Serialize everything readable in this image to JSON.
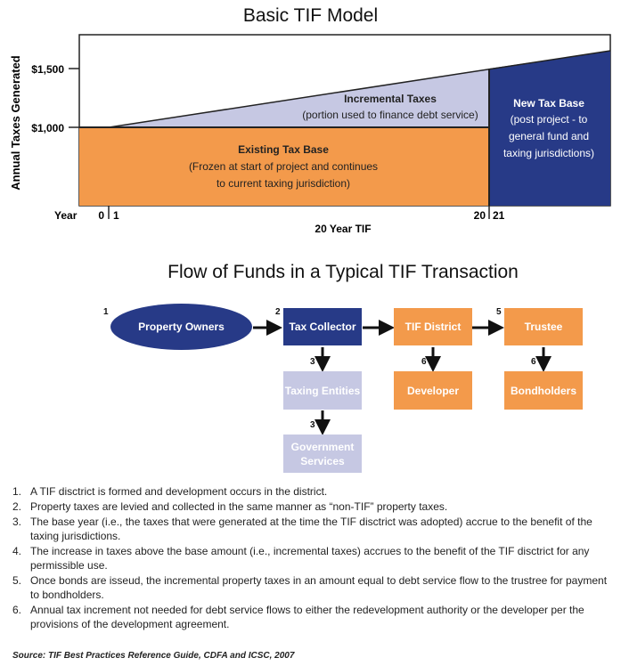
{
  "chart": {
    "title": "Basic TIF Model",
    "ylabel": "Annual Taxes Generated",
    "xlabel": "20 Year TIF",
    "year_label": "Year",
    "y_ticks": [
      "$1,500",
      "$1,000"
    ],
    "x_ticks": [
      "0",
      "1",
      "20",
      "21"
    ],
    "incremental": {
      "title": "Incremental Taxes",
      "subtitle": "(portion used to finance debt service)"
    },
    "existing": {
      "title": "Existing Tax Base",
      "subtitle_line1": "(Frozen at start of project and continues",
      "subtitle_line2": "to current taxing jurisdiction)"
    },
    "new_base": {
      "title": "New Tax Base",
      "line1": "(post project - to",
      "line2": "general fund and",
      "line3": "taxing jurisdictions)"
    },
    "colors": {
      "existing": "#f39a4b",
      "incremental": "#c6c8e3",
      "new_base": "#273a87"
    }
  },
  "chart_data": {
    "type": "area",
    "title": "Basic TIF Model",
    "ylabel": "Annual Taxes Generated",
    "xlabel": "20 Year TIF",
    "x_ticks": [
      0,
      1,
      20,
      21
    ],
    "y_ticks": [
      1000,
      1500
    ],
    "series": [
      {
        "name": "Existing Tax Base",
        "x": [
          1,
          20
        ],
        "y": [
          1000,
          1000
        ]
      },
      {
        "name": "Incremental Taxes",
        "x": [
          1,
          20
        ],
        "y": [
          1000,
          1500
        ]
      },
      {
        "name": "New Tax Base",
        "x": [
          20,
          26
        ],
        "y": [
          1500,
          1665
        ]
      }
    ]
  },
  "flow": {
    "title": "Flow of Funds in a Typical TIF Transaction",
    "nodes": {
      "property_owners": {
        "label": "Property Owners",
        "step": "1"
      },
      "tax_collector": {
        "label": "Tax Collector",
        "step": "2"
      },
      "tif_district": {
        "label": "TIF District"
      },
      "trustee": {
        "label": "Trustee",
        "step": "5"
      },
      "taxing_entities": {
        "label": "Taxing Entities",
        "step": "3"
      },
      "developer": {
        "label": "Developer",
        "step": "6"
      },
      "bondholders": {
        "label": "Bondholders",
        "step": "6"
      },
      "government_services": {
        "label_line1": "Government",
        "label_line2": "Services",
        "step": "3"
      }
    }
  },
  "notes": [
    {
      "num": "1.",
      "text": "A TIF disctrict is formed and development occurs in the district."
    },
    {
      "num": "2.",
      "text": "Property taxes are levied and collected in the same manner as “non-TIF” property taxes."
    },
    {
      "num": "3.",
      "text": "The base year (i.e., the taxes that were generated at the time the TIF disctrict was adopted)  accrue to the benefit of the taxing jurisdictions."
    },
    {
      "num": "4.",
      "text": "The increase in taxes above the base amount (i.e., incremental taxes) accrues to the benefit of the TIF disctrict for any permissible use."
    },
    {
      "num": "5.",
      "text": "Once bonds are isseud, the incremental property taxes in an amount equal to debt service flow to the trustree for payment to bondholders."
    },
    {
      "num": "6.",
      "text": "Annual tax increment not needed for debt service flows to either the redevelopment authority or the developer per the provisions of the development agreement."
    }
  ],
  "source": "Source: TIF Best Practices Reference Guide, CDFA and ICSC, 2007"
}
